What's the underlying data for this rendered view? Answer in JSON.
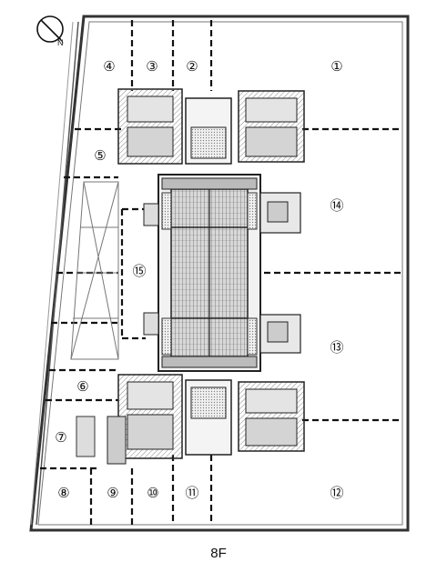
{
  "floor": {
    "label": "8F"
  },
  "north_arrow": {
    "letter": "N",
    "icon": "north-arrow-icon"
  },
  "units": [
    {
      "id": "unit-1",
      "label": "①"
    },
    {
      "id": "unit-2",
      "label": "②"
    },
    {
      "id": "unit-3",
      "label": "③"
    },
    {
      "id": "unit-4",
      "label": "④"
    },
    {
      "id": "unit-5",
      "label": "⑤"
    },
    {
      "id": "unit-6",
      "label": "⑥"
    },
    {
      "id": "unit-7",
      "label": "⑦"
    },
    {
      "id": "unit-8",
      "label": "⑧"
    },
    {
      "id": "unit-9",
      "label": "⑨"
    },
    {
      "id": "unit-10",
      "label": "⑩"
    },
    {
      "id": "unit-11",
      "label": "⑪"
    },
    {
      "id": "unit-12",
      "label": "⑫"
    },
    {
      "id": "unit-13",
      "label": "⑬"
    },
    {
      "id": "unit-14",
      "label": "⑭"
    },
    {
      "id": "unit-15",
      "label": "⑮"
    }
  ]
}
